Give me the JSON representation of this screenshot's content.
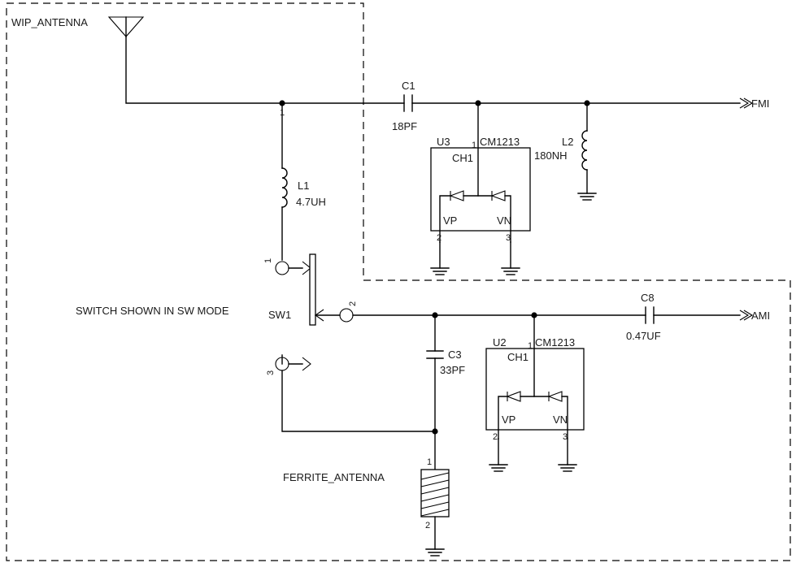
{
  "boundary_label": "WIP_ANTENNA",
  "outputs": {
    "fm": "FMI",
    "am": "AMI"
  },
  "c1": {
    "ref": "C1",
    "value": "18PF"
  },
  "l1": {
    "ref": "L1",
    "value": "4.7UH",
    "pin": "1"
  },
  "l2": {
    "ref": "L2",
    "value": "180NH"
  },
  "c3": {
    "ref": "C3",
    "value": "33PF"
  },
  "c8": {
    "ref": "C8",
    "value": "0.47UF"
  },
  "u3": {
    "ref": "U3",
    "part": "CM1213",
    "ch": "CH1",
    "pin1": "1",
    "vp": "VP",
    "vn": "VN",
    "pin2": "2",
    "pin3": "3"
  },
  "u2": {
    "ref": "U2",
    "part": "CM1213",
    "ch": "CH1",
    "pin1": "1",
    "vp": "VP",
    "vn": "VN",
    "pin2": "2",
    "pin3": "3"
  },
  "sw1": {
    "ref": "SW1",
    "note": "SWITCH SHOWN IN SW MODE",
    "pin1": "1",
    "pin2": "2",
    "pin3": "3"
  },
  "ferrite": {
    "ref": "FERRITE_ANTENNA",
    "pin1": "1",
    "pin2": "2"
  },
  "colors": {
    "ink": "#000000",
    "background": "#ffffff"
  }
}
